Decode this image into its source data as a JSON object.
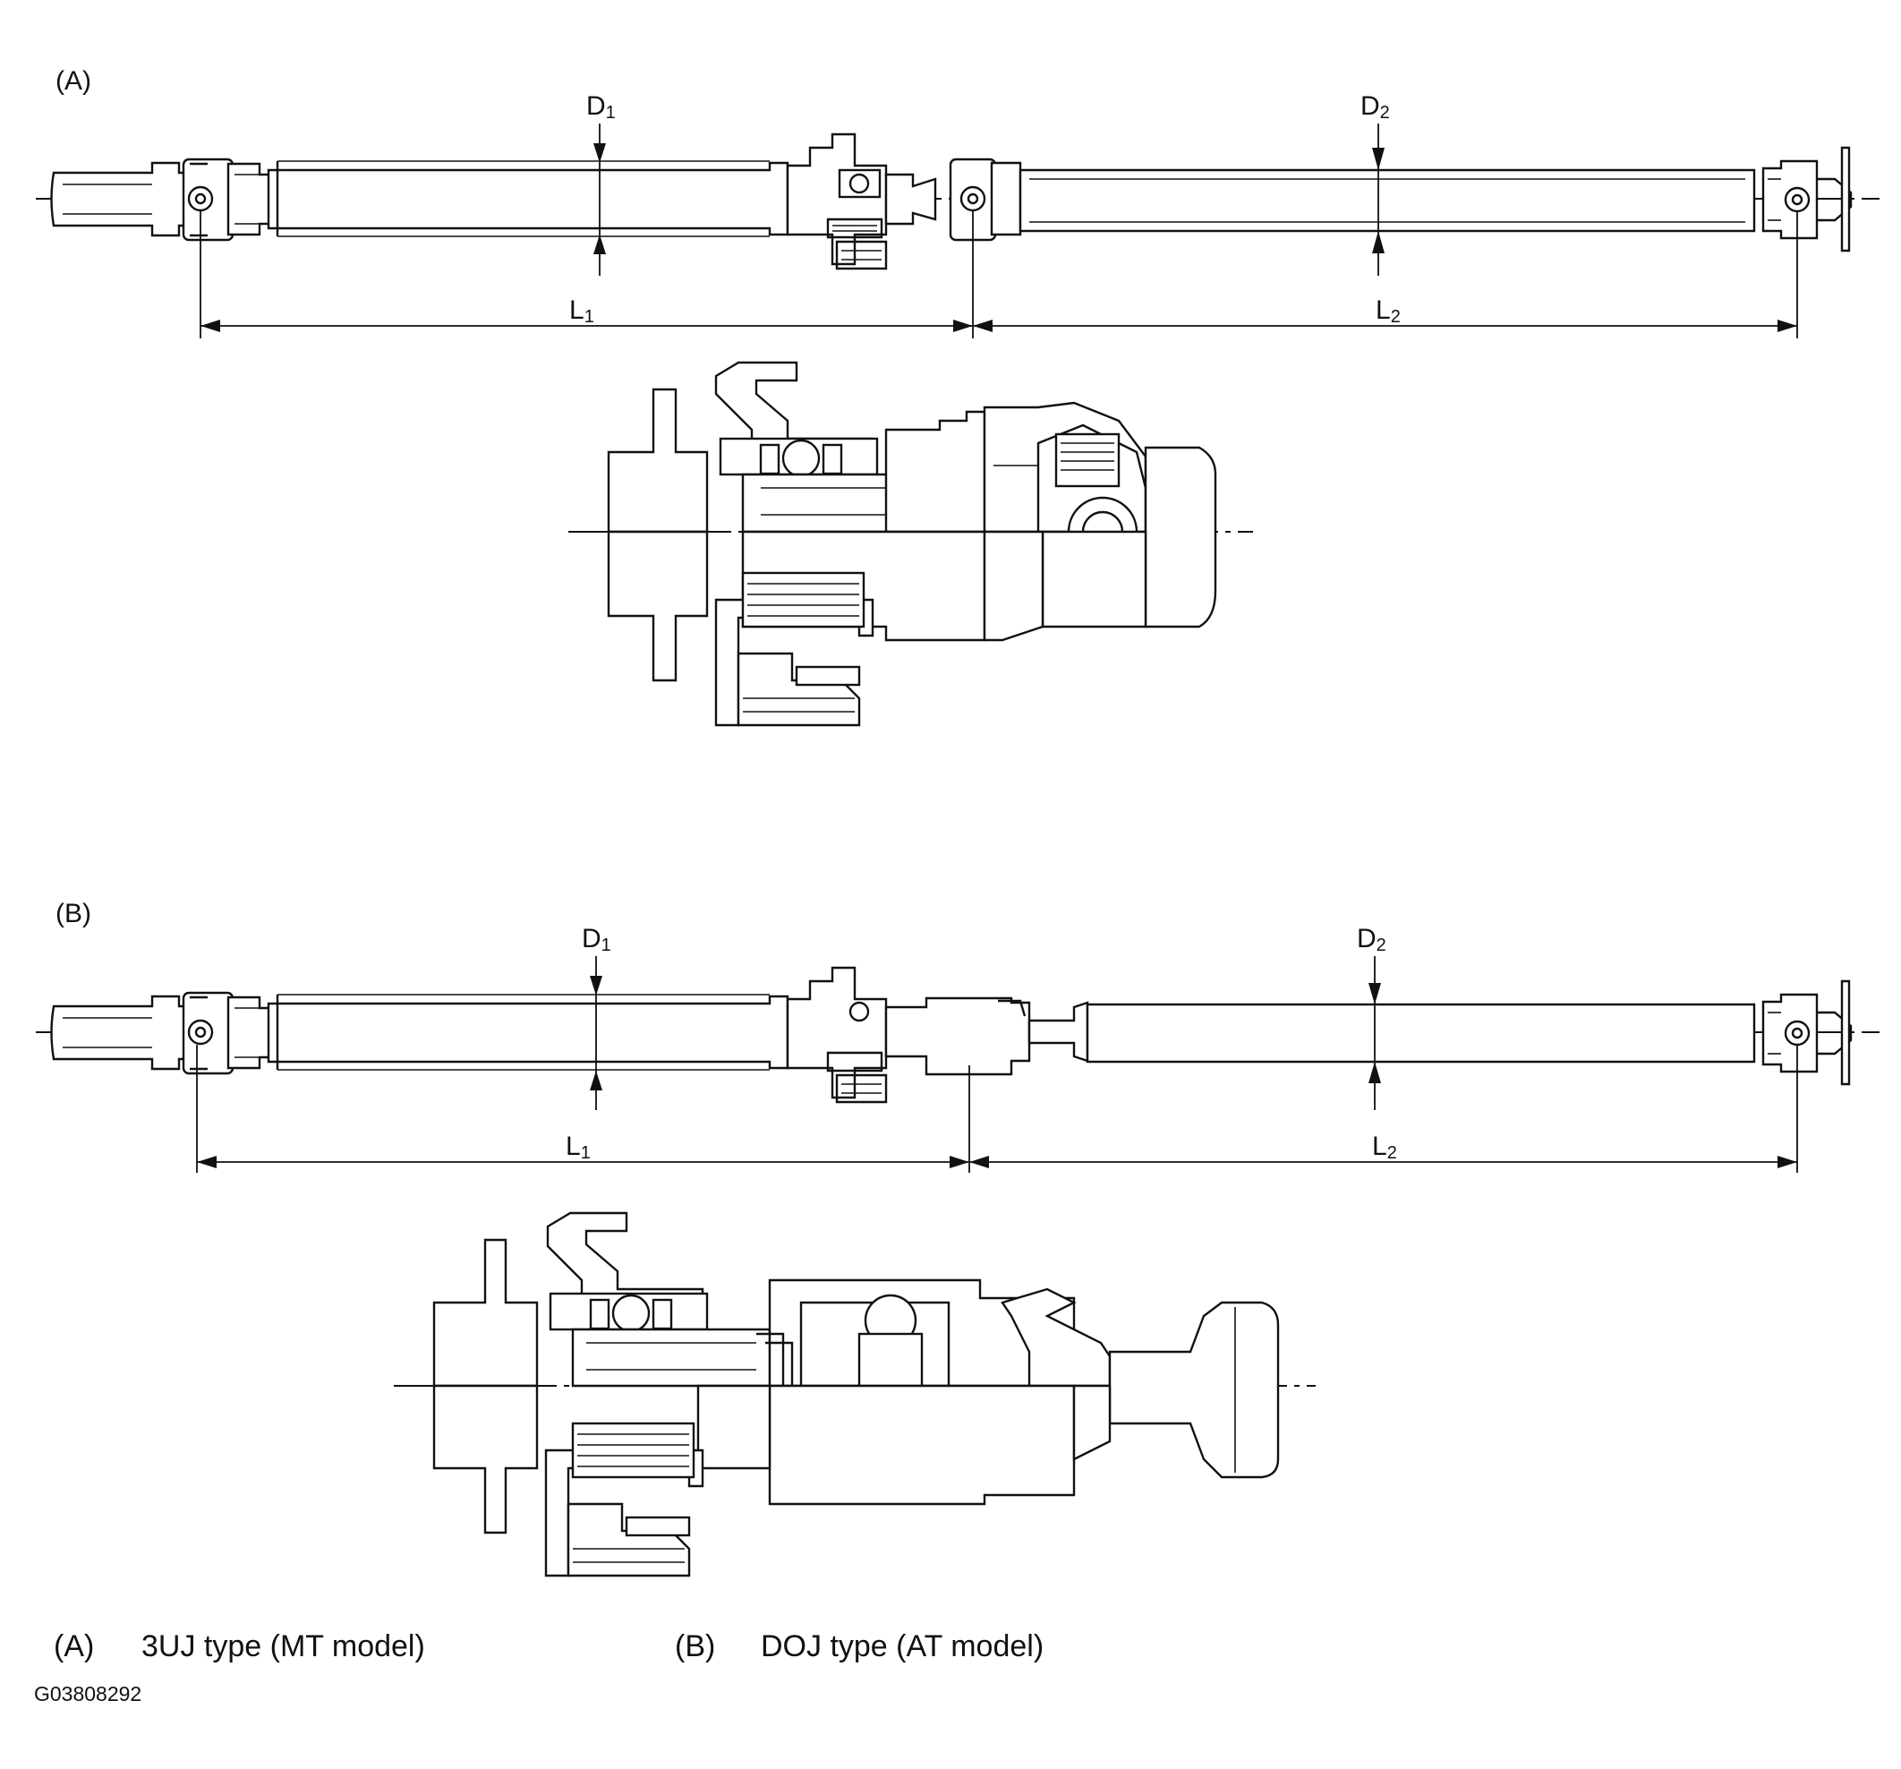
{
  "panels": [
    {
      "id": "A",
      "label": "(A)",
      "dims": {
        "d1": "D",
        "d1_sub": "1",
        "d2": "D",
        "d2_sub": "2",
        "l1": "L",
        "l1_sub": "1",
        "l2": "L",
        "l2_sub": "2"
      }
    },
    {
      "id": "B",
      "label": "(B)",
      "dims": {
        "d1": "D",
        "d1_sub": "1",
        "d2": "D",
        "d2_sub": "2",
        "l1": "L",
        "l1_sub": "1",
        "l2": "L",
        "l2_sub": "2"
      }
    }
  ],
  "legend": [
    {
      "key": "(A)",
      "text": "3UJ type (MT model)"
    },
    {
      "key": "(B)",
      "text": "DOJ type (AT model)"
    }
  ],
  "figure_code": "G03808292"
}
